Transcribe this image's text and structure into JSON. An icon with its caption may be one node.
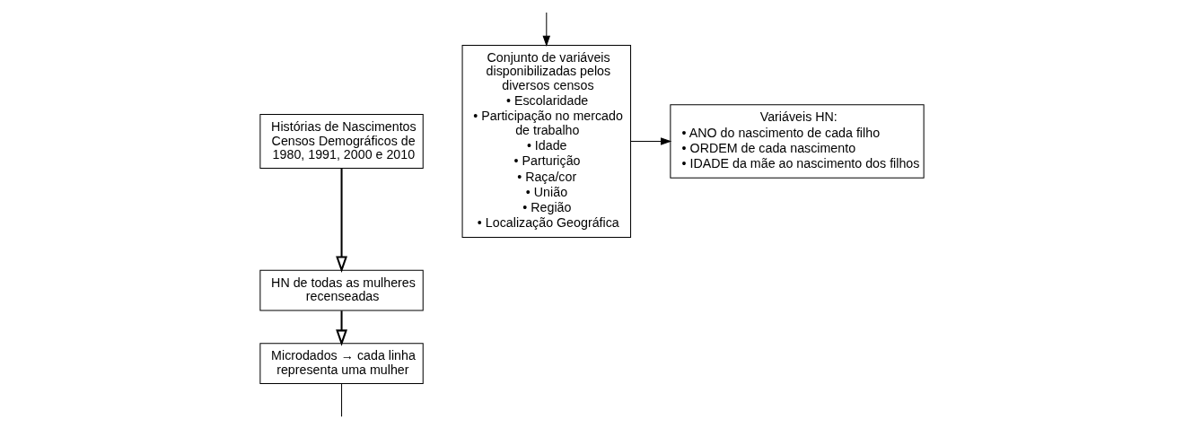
{
  "diagram": {
    "nodes": [
      {
        "text": [
          "Histórias de Nascimentos Censos Demográficos de 1980, 1991, 2000 e 2010"
        ]
      },
      {
        "text": [
          "HN de todas as mulheres recenseadas"
        ]
      },
      {
        "text": [
          "Microdados → cada linha representa uma mulher"
        ]
      },
      {
        "text": [
          "Conjunto de variáveis disponibilizadas pelos diversos censos",
          "• Escolaridade",
          "• Participação no mercado de trabalho",
          "• Idade",
          "• Parturição",
          "• Raça/cor",
          "• União",
          "• Região",
          "• Localização Geográfica"
        ]
      },
      {
        "text": [
          "Variáveis HN:",
          "• ANO do nascimento de cada filho",
          "• ORDEM de cada nascimento",
          "• IDADE da mãe ao nascimento dos filhos"
        ]
      }
    ],
    "edges": [
      {
        "from": 0,
        "to": 1,
        "arrow": "to"
      },
      {
        "from": 1,
        "to": 2,
        "arrow": "to"
      },
      {
        "from": 3,
        "to": 4,
        "arrow": "to"
      },
      {
        "from": 2,
        "to": null,
        "arrow": "none"
      },
      {
        "from": null,
        "to": 3,
        "arrow": "to"
      }
    ]
  }
}
